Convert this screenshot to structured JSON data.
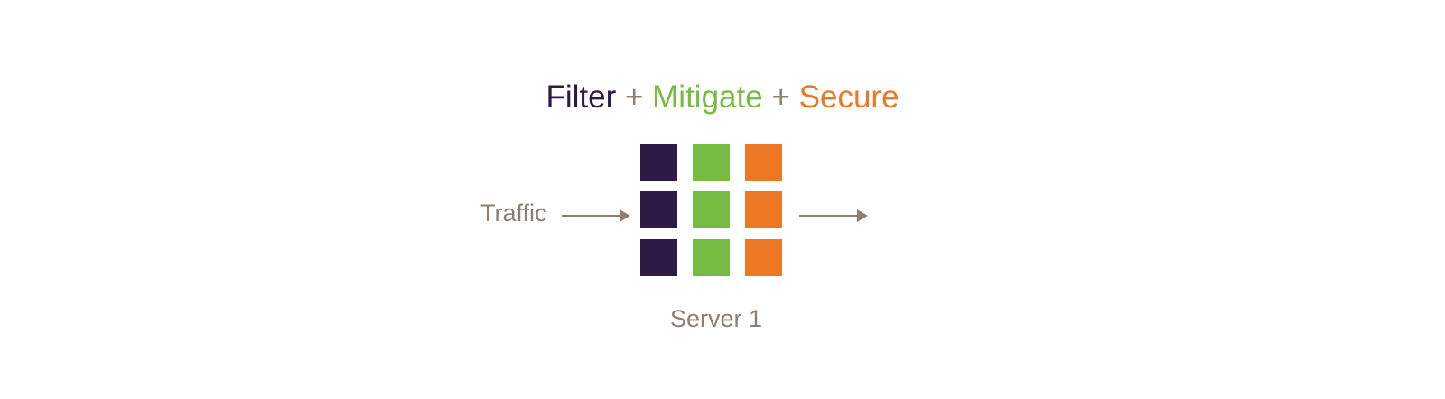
{
  "title": {
    "filter": "Filter",
    "plus1": "+",
    "mitigate": "Mitigate",
    "plus2": "+",
    "secure": "Secure"
  },
  "traffic_label": "Traffic",
  "server_label": "Server 1",
  "grid": {
    "rows": 3,
    "columns": [
      {
        "color": "#2e1a47"
      },
      {
        "color": "#76bc43"
      },
      {
        "color": "#ec7725"
      }
    ]
  },
  "colors": {
    "filter": "#2e1a47",
    "mitigate": "#76bc43",
    "secure": "#ec7725",
    "neutral": "#8c7f72"
  }
}
